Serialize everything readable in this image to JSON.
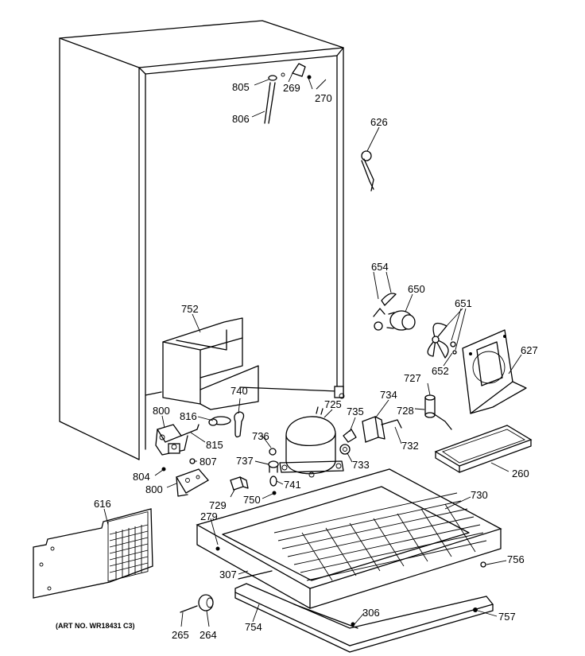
{
  "art_number": "(ART NO. WR18431 C3)",
  "callouts": [
    "805",
    "269",
    "270",
    "806",
    "626",
    "654",
    "650",
    "651",
    "627",
    "652",
    "752",
    "727",
    "728",
    "734",
    "735",
    "725",
    "740",
    "816",
    "800",
    "815",
    "736",
    "732",
    "733",
    "807",
    "737",
    "804",
    "741",
    "260",
    "800",
    "729",
    "750",
    "616",
    "279",
    "730",
    "756",
    "307",
    "306",
    "757",
    "265",
    "264",
    "754"
  ]
}
